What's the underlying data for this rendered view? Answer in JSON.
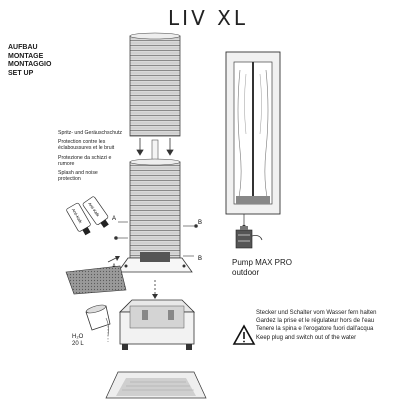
{
  "title": "LIV XL",
  "setup_labels": [
    "AUFBAU",
    "MONTAGE",
    "MONTAGGIO",
    "SET UP"
  ],
  "splash_notes": [
    "Spritz- und Geräuschschutz",
    "Protection contre les éclaboussures et le bruit",
    "Protezione da schizzi e rumore",
    "Splash and noise protection"
  ],
  "pump": {
    "name": "Pump MAX PRO",
    "location": "outdoor"
  },
  "water": {
    "label": "H₂O",
    "amount": "20 L"
  },
  "markers": {
    "a": "A",
    "b": "B"
  },
  "bottles": {
    "left": "Anti-Kalk",
    "right": "Anti-Kalk"
  },
  "warnings": [
    "Stecker und Schalter vom Wasser fern halten",
    "Gardez la prise et le régulateur hors de l'eau",
    "Tenere la spina e l'erogatore fuori dall'acqua",
    "Keep plug and switch out of the water"
  ],
  "warning_icon": "warning-triangle-icon"
}
